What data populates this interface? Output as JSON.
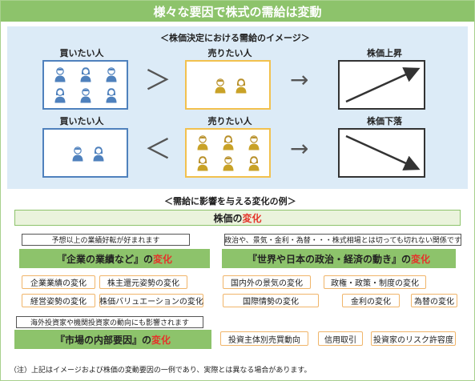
{
  "title": "様々な要因で株式の需給は変動",
  "image_heading": "＜株価決定における需給のイメージ＞",
  "top_row": {
    "buyer_label": "買いたい人",
    "seller_label": "売りたい人",
    "result_label": "株価上昇",
    "operator": "＞",
    "arrow": "→"
  },
  "bottom_row": {
    "buyer_label": "買いたい人",
    "seller_label": "売りたい人",
    "result_label": "株価下落",
    "operator": "＜",
    "arrow": "→"
  },
  "factors_heading": "＜需給に影響を与える変化の例＞",
  "price_change": {
    "prefix": "株価の",
    "highlight": "変化"
  },
  "left_top": {
    "note": "予想以上の業績好転が好まれます",
    "category": {
      "prefix": "『企業の業績など』の",
      "highlight": "変化"
    },
    "items": [
      "企業業績の変化",
      "株主還元姿勢の変化",
      "経営姿勢の変化",
      "株価バリュエーションの変化"
    ]
  },
  "right_top": {
    "note": "政治や、景気・金利・為替・・・株式相場とは切っても切れない関係です",
    "category": {
      "prefix": "『世界や日本の政治・経済の動き』の",
      "highlight": "変化"
    },
    "items": [
      "国内外の景気の変化",
      "政権・政策・制度の変化",
      "国際情勢の変化",
      "金利の変化",
      "為替の変化"
    ]
  },
  "bottom_left": {
    "note": "海外投資家や機関投資家の動向にも影響されます",
    "category": {
      "prefix": "『市場の内部要因』の",
      "highlight": "変化"
    }
  },
  "bottom_right": {
    "items": [
      "投資主体別売買動向",
      "信用取引",
      "投資家のリスク許容度"
    ]
  },
  "footnote": "（注）上記はイメージおよび株価の変動要因の一例であり、実際とは異なる場合があります。",
  "colors": {
    "title_bar": "#8dc36b",
    "buyer": "#4f81bd",
    "seller": "#c9a227",
    "highlight": "#e5332a",
    "item_border": "#f0b56a",
    "diagram_bg": "#dcebf7"
  }
}
